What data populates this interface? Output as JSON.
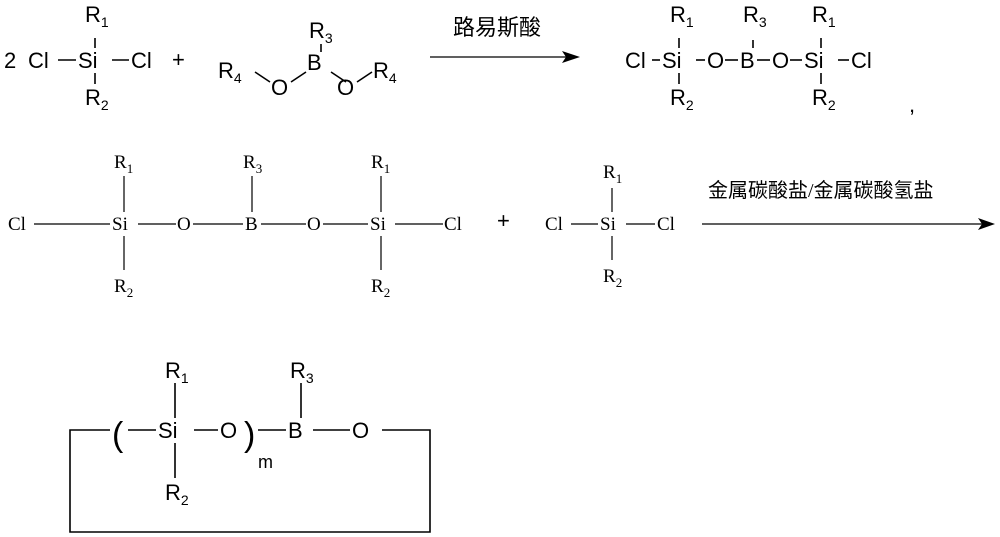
{
  "reaction1": {
    "coefficient": "2",
    "reagent1": {
      "cl_left": "Cl",
      "si": "Si",
      "cl_right": "Cl",
      "r_top": "R",
      "r_top_sub": "1",
      "r_bottom": "R",
      "r_bottom_sub": "2"
    },
    "plus": "+",
    "borate": {
      "b": "B",
      "r3": "R",
      "r3_sub": "3",
      "o": "O",
      "r4": "R",
      "r4_sub": "4"
    },
    "arrow_label": "路易斯酸",
    "product": {
      "cl": "Cl",
      "si": "Si",
      "o": "O",
      "b": "B",
      "r1": "R",
      "r1_sub": "1",
      "r2": "R",
      "r2_sub": "2",
      "r3": "R",
      "r3_sub": "3"
    },
    "comma": ","
  },
  "reaction2": {
    "intermediate": {
      "cl": "Cl",
      "si": "Si",
      "o": "O",
      "b": "B",
      "r1": "R",
      "r1_sub": "1",
      "r2": "R",
      "r2_sub": "2",
      "r3": "R",
      "r3_sub": "3"
    },
    "plus": "+",
    "reagent": {
      "cl": "Cl",
      "si": "Si",
      "r1": "R",
      "r1_sub": "1",
      "r2": "R",
      "r2_sub": "2"
    },
    "arrow_label": "金属碳酸盐/金属碳酸氢盐"
  },
  "product_ring": {
    "si": "Si",
    "o": "O",
    "b": "B",
    "r1": "R",
    "r1_sub": "1",
    "r2": "R",
    "r2_sub": "2",
    "r3": "R",
    "r3_sub": "3",
    "paren_open": "(",
    "paren_close": ")",
    "repeat": "m"
  }
}
